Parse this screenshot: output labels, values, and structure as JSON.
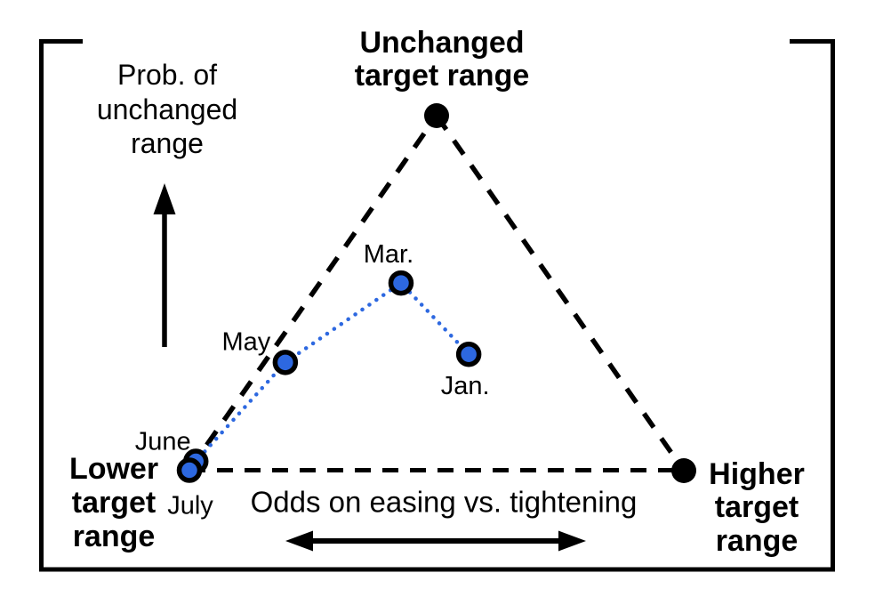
{
  "colors": {
    "black": "#000000",
    "marker_blue": "#2d68e0",
    "label_blue": "#3377f0"
  },
  "labels": {
    "top_vertex": [
      "Unchanged",
      "target range"
    ],
    "left_vertex": [
      "Lower",
      "target",
      "range"
    ],
    "right_vertex": [
      "Higher",
      "target",
      "range"
    ],
    "y_axis": [
      "Prob. of",
      "unchanged",
      "range"
    ],
    "x_axis": "Odds on easing vs. tightening"
  },
  "chart_data": {
    "type": "scatter",
    "chart_kind": "triangle-simplex-probability-diagram",
    "title": "",
    "vertices": {
      "top": "Unchanged target range",
      "bottom_left": "Lower target range",
      "bottom_right": "Higher target range"
    },
    "y_axis_label": "Prob. of unchanged range",
    "x_axis_label": "Odds on easing vs. tightening",
    "axis_ranges": {
      "x": [
        0,
        1
      ],
      "y": [
        0,
        1
      ]
    },
    "series_style": "blue dotted connector with black-ringed blue markers",
    "points": [
      {
        "label": "Jan.",
        "x": 0.565,
        "y": 0.327
      },
      {
        "label": "Mar.",
        "x": 0.428,
        "y": 0.528
      },
      {
        "label": "May",
        "x": 0.194,
        "y": 0.304
      },
      {
        "label": "June",
        "x": 0.013,
        "y": 0.025
      },
      {
        "label": "July",
        "x": 0.0,
        "y": 0.0
      }
    ]
  }
}
